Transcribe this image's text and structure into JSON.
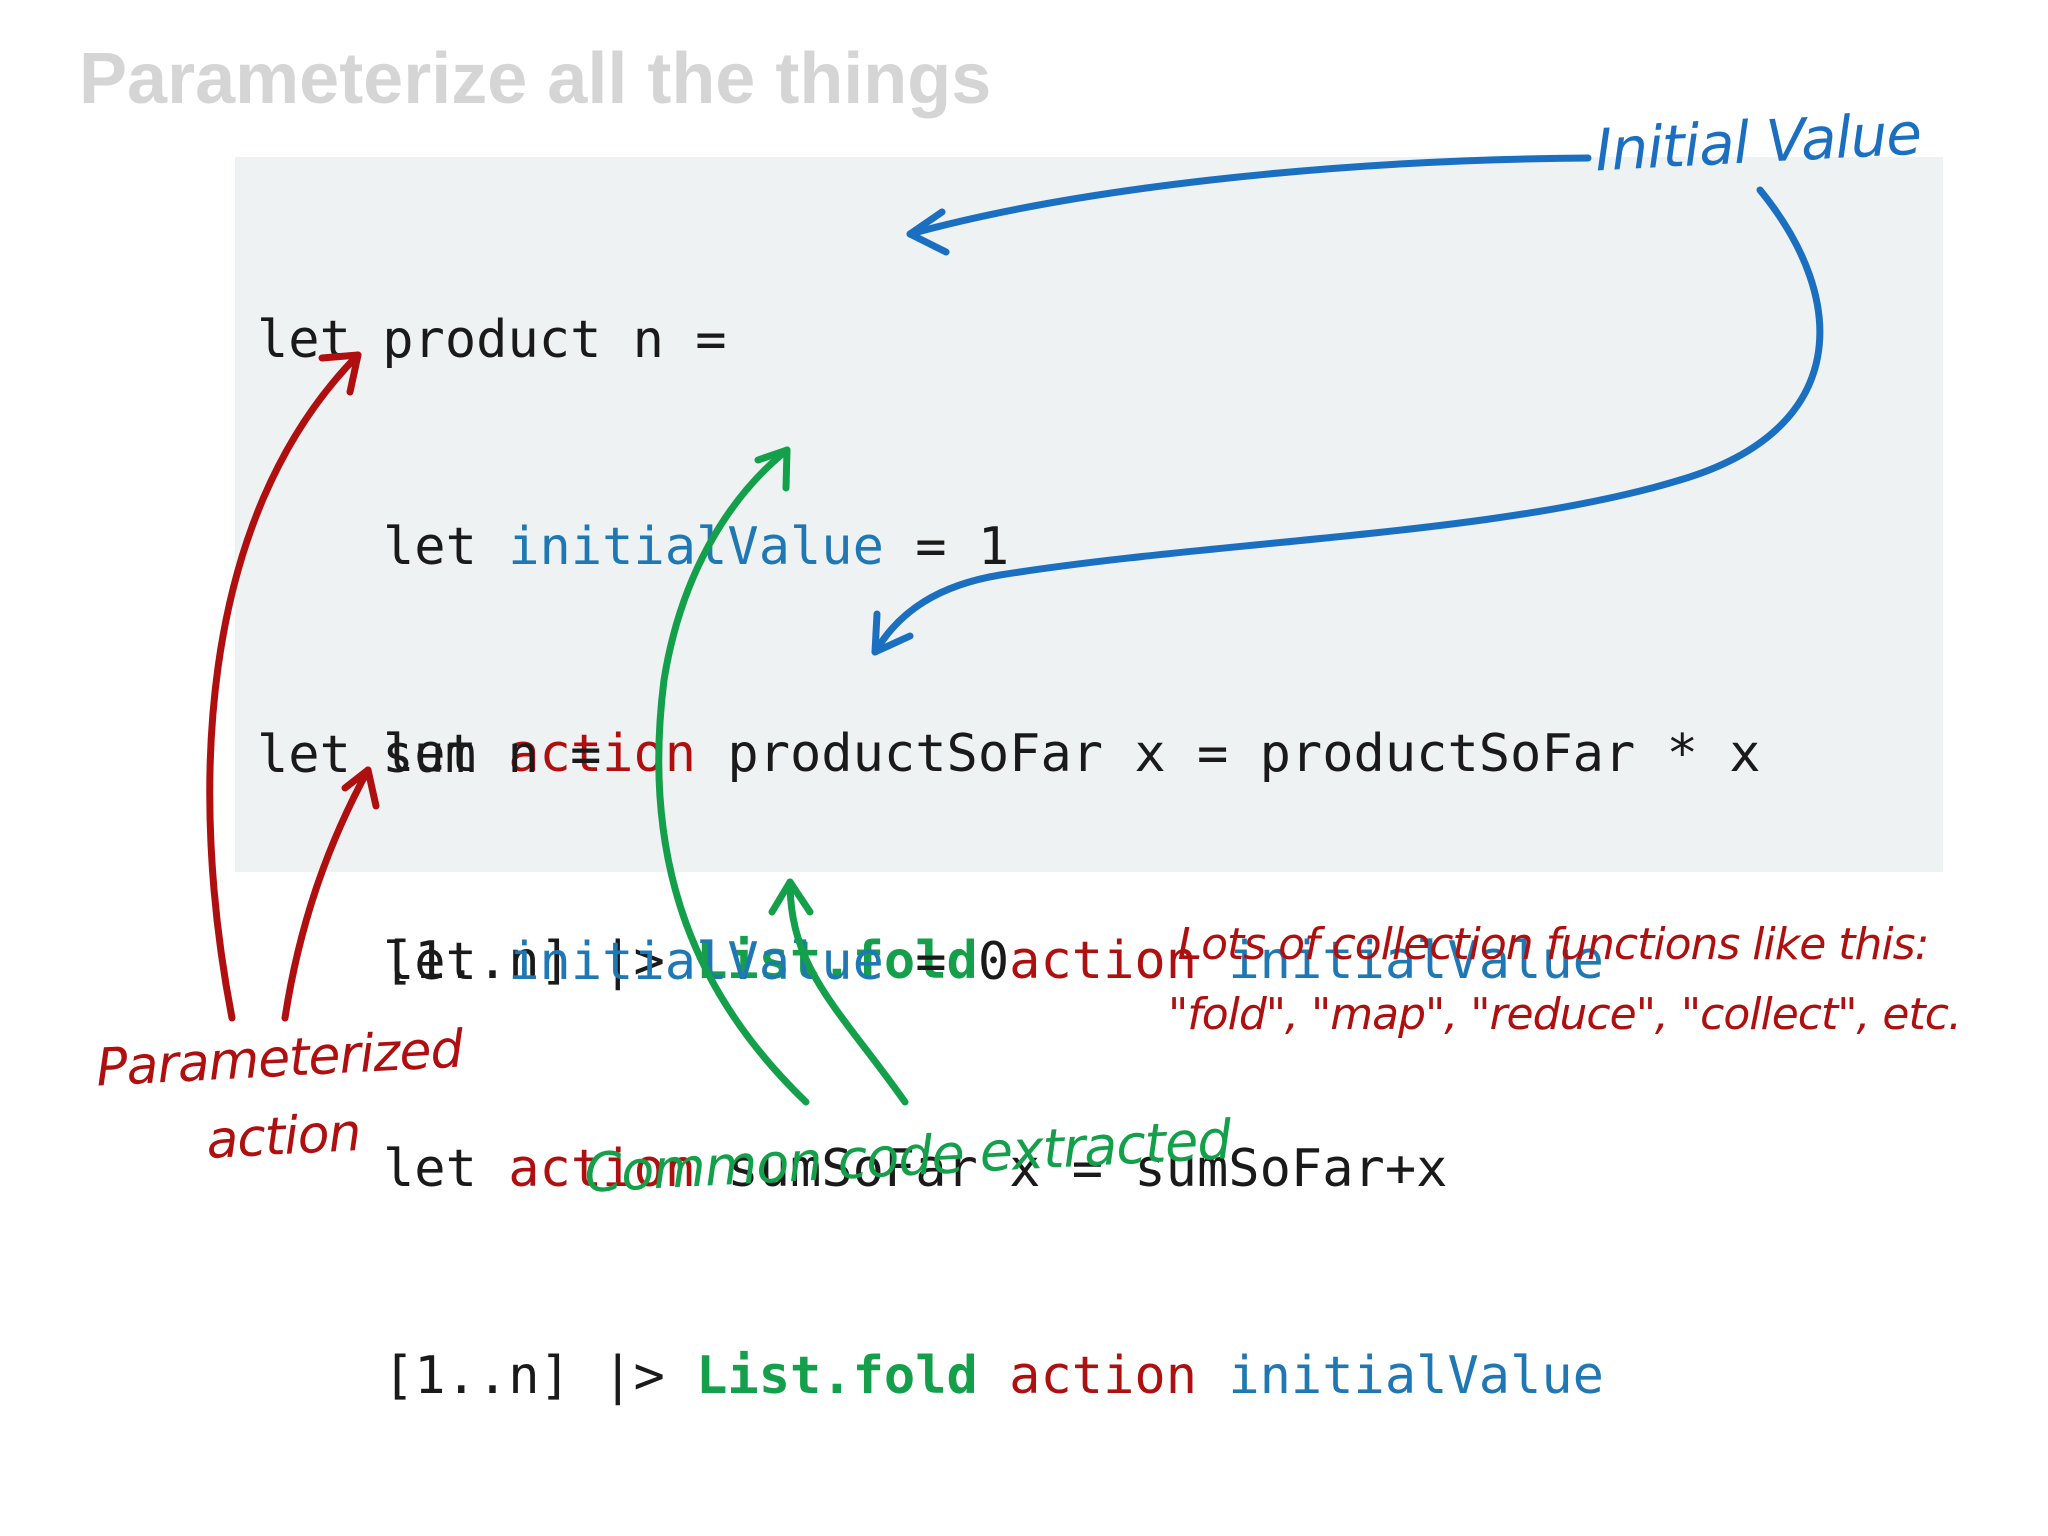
{
  "title": "Parameterize all the things",
  "colors": {
    "title": "#d5d5d5",
    "code_background": "#eef2f2",
    "blue": "#1f78b4",
    "red": "#b00f0f",
    "green": "#14a04a"
  },
  "code": {
    "product": {
      "header": "let product n =",
      "let_kw": "let ",
      "initial_value_name": "initialValue",
      "initial_value_rest": " = 1",
      "action_name": "action",
      "action_rest": " productSoFar x = productSoFar * x",
      "pipe_prefix": "[1..n] |> ",
      "fold_fn": "List.fold",
      "fold_action": "action",
      "fold_initial": "initialValue"
    },
    "sum": {
      "header": "let sum n =",
      "let_kw": "let ",
      "initial_value_name": "initialValue",
      "initial_value_rest": " = 0",
      "action_name": "action",
      "action_rest": " sumSoFar x = sumSoFar+x",
      "pipe_prefix": "[1..n] |> ",
      "fold_fn": "List.fold",
      "fold_action": "action",
      "fold_initial": "initialValue"
    }
  },
  "annotations": {
    "initial_value": "Initial Value",
    "parameterized_action_line1": "Parameterized",
    "parameterized_action_line2": "action",
    "common_code": "Common code extracted",
    "collection_functions_line1": "Lots of collection functions like this:",
    "collection_functions_line2": "\"fold\", \"map\", \"reduce\", \"collect\", etc."
  }
}
